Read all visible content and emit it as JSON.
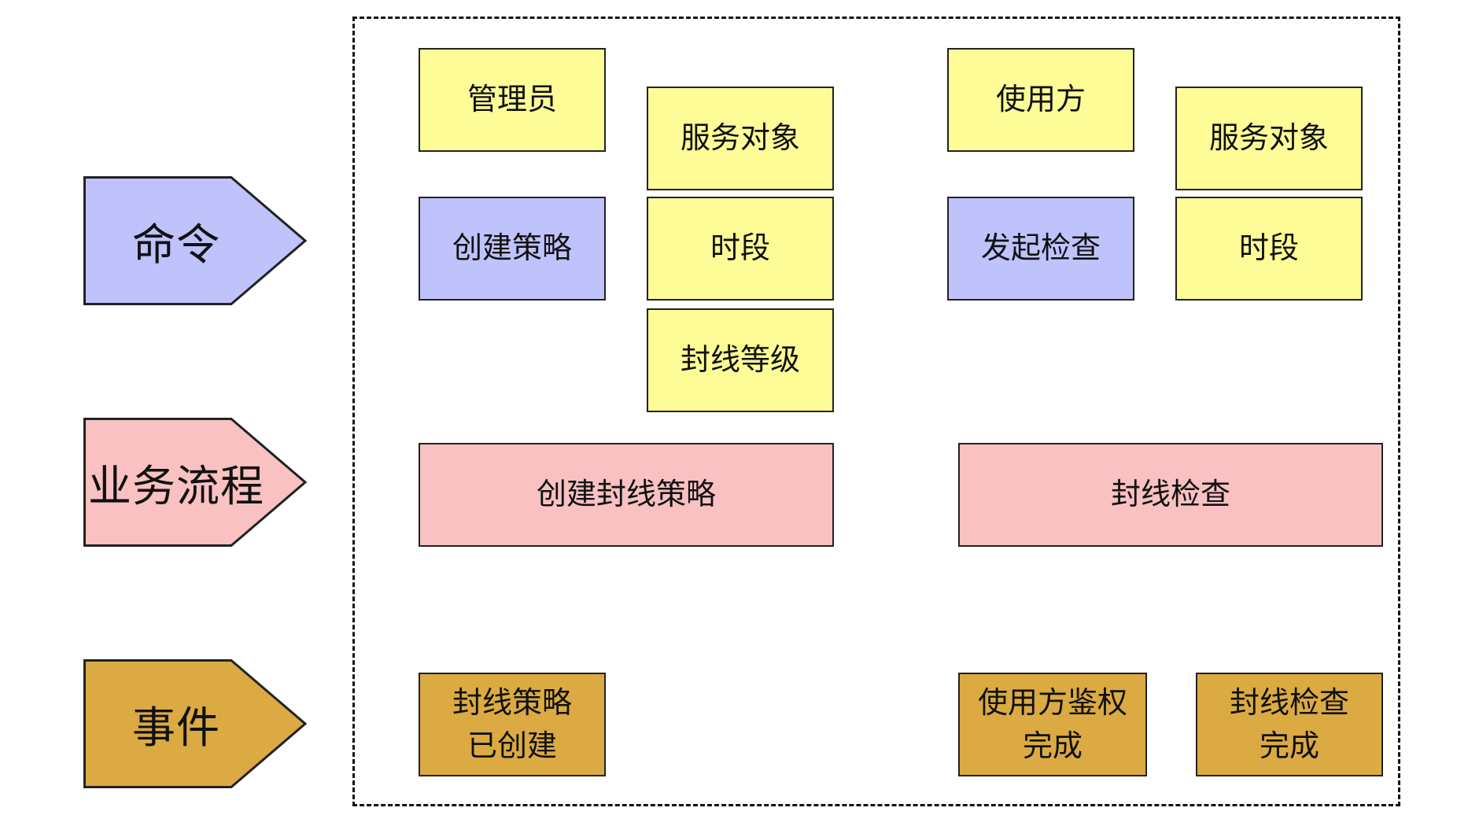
{
  "colors": {
    "role": "#fdfc96",
    "command": "#c0c2fc",
    "process": "#f9c1c2",
    "event": "#dbaa42"
  },
  "lanes": {
    "command": "命令",
    "process": "业务流程",
    "event": "事件"
  },
  "left_flow": {
    "role": "管理员",
    "target": "服务对象",
    "command": "创建策略",
    "period": "时段",
    "level": "封线等级",
    "process": "创建封线策略",
    "event": "封线策略\n已创建"
  },
  "right_flow": {
    "role": "使用方",
    "target": "服务对象",
    "command": "发起检查",
    "period": "时段",
    "process": "封线检查",
    "event_auth": "使用方鉴权\n完成",
    "event_check": "封线检查\n完成"
  }
}
